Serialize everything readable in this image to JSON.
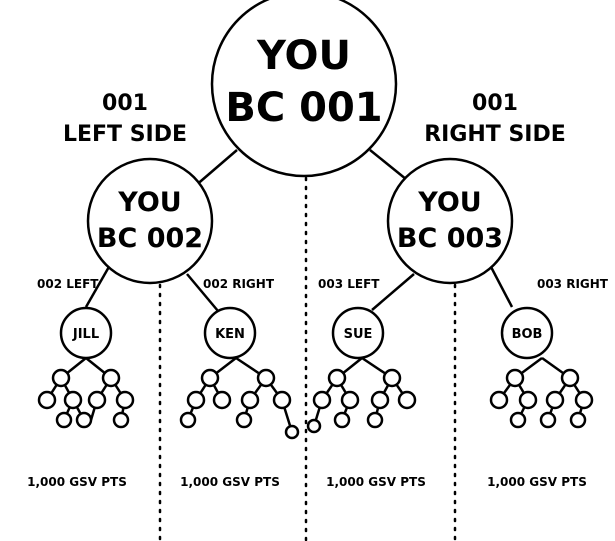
{
  "root": {
    "line1": "YOU",
    "line2": "BC 001"
  },
  "side_labels": {
    "left": {
      "line1": "001",
      "line2": "LEFT SIDE"
    },
    "right": {
      "line1": "001",
      "line2": "RIGHT SIDE"
    }
  },
  "bc_left": {
    "line1": "YOU",
    "line2": "BC 002"
  },
  "bc_right": {
    "line1": "YOU",
    "line2": "BC 003"
  },
  "leg_labels": {
    "l002": "002 LEFT",
    "r002": "002 RIGHT",
    "l003": "003 LEFT",
    "r003": "003 RIGHT"
  },
  "members": {
    "jill": "JILL",
    "ken": "KEN",
    "sue": "SUE",
    "bob": "BOB"
  },
  "points": {
    "jill": "1,000 GSV PTS",
    "ken": "1,000 GSV PTS",
    "sue": "1,000 GSV PTS",
    "bob": "1,000 GSV PTS"
  }
}
